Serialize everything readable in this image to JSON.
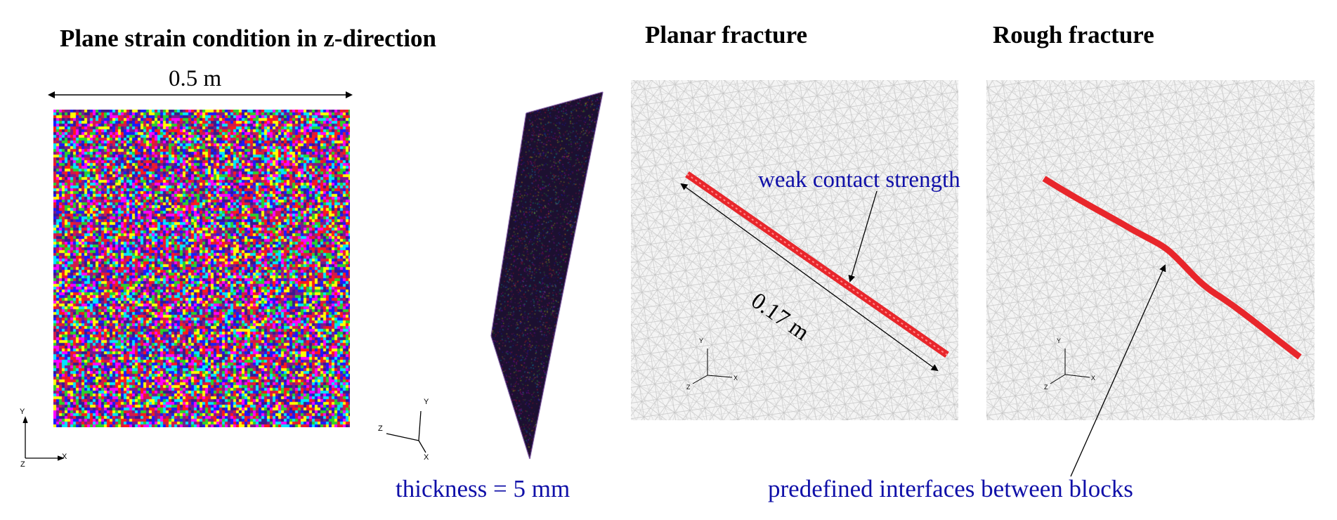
{
  "left_panel": {
    "title": "Plane strain condition in z-direction",
    "width_label": "0.5 m",
    "axes": {
      "x": "X",
      "y": "Y",
      "z": "Z"
    }
  },
  "middle_panel": {
    "thickness_label": "thickness = 5 mm",
    "axes": {
      "x": "X",
      "y": "Y",
      "z": "Z"
    }
  },
  "planar_panel": {
    "title": "Planar fracture",
    "weak_label": "weak contact strength",
    "length_label": "0.17 m",
    "axes": {
      "x": "X",
      "y": "Y",
      "z": "Z"
    }
  },
  "rough_panel": {
    "title": "Rough fracture",
    "axes": {
      "x": "X",
      "y": "Y",
      "z": "Z"
    }
  },
  "bottom_label": "predefined interfaces between blocks",
  "colors": {
    "fracture": "#e8262b",
    "annotation_blue": "#1010a8",
    "mesh_grey": "#b4b4b4",
    "particle_palette": [
      "#ff1a1a",
      "#1a1aff",
      "#2bd12b",
      "#ffff00",
      "#00e5ff",
      "#ff00ff",
      "#7a1a8c",
      "#3a1a8c",
      "#d01a4a"
    ]
  }
}
